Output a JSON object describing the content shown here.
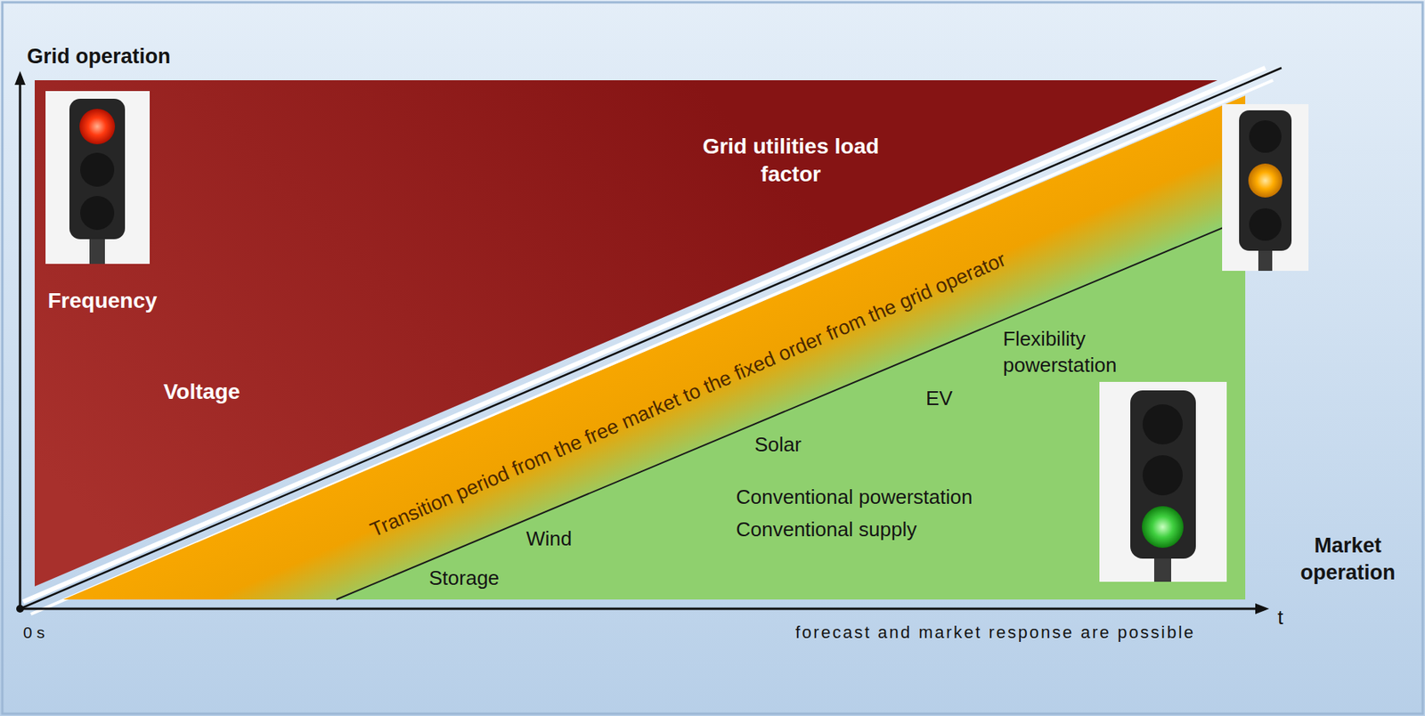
{
  "diagram": {
    "nodes": [
      {
        "text": [
          "Grid utilities load factor",
          "Frequency",
          "Voltage"
        ]
      },
      {
        "text": [
          "Transition period from the free market to the fixed order from the grid operator"
        ]
      },
      {
        "text": [
          "Flexibility powerstation",
          "EV",
          "Solar",
          "Wind",
          "Storage",
          "Conventional powerstation",
          "Conventional supply"
        ]
      }
    ],
    "labels": [
      "Grid operation",
      "Market operation",
      "t",
      "0 s",
      "forecast and market response are possible"
    ]
  }
}
